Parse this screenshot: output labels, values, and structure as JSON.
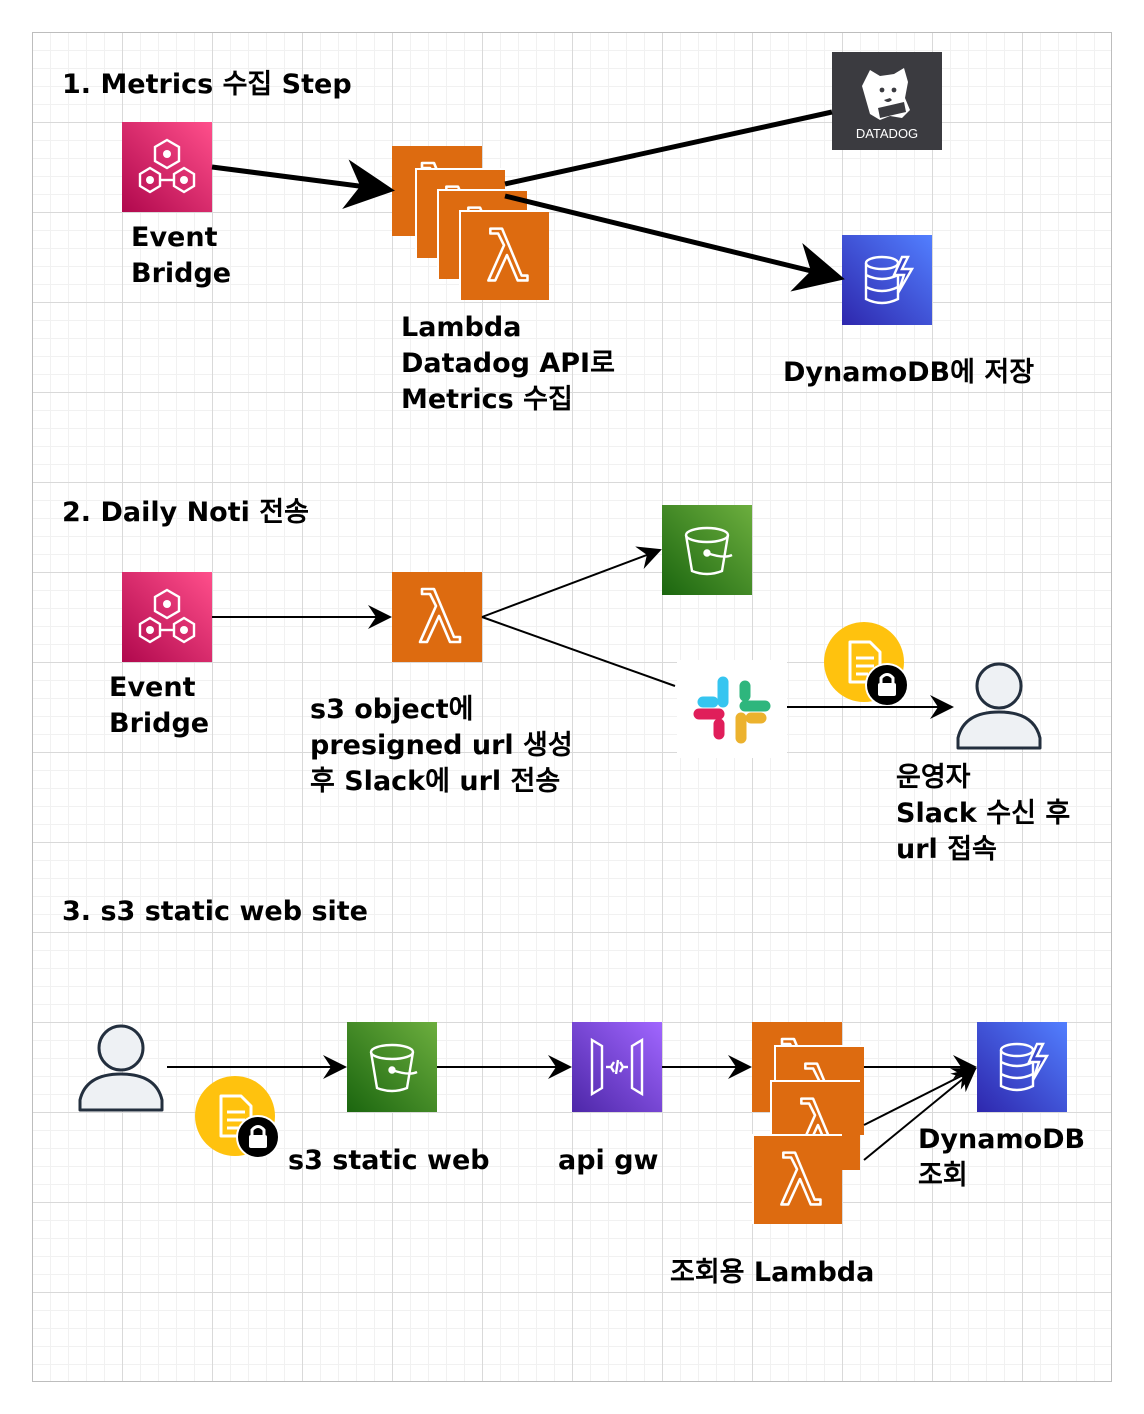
{
  "sections": [
    {
      "heading": "1. Metrics 수집 Step",
      "event_bridge_label": [
        "Event",
        "Bridge"
      ],
      "lambda_label": [
        "Lambda",
        "Datadog API로",
        "Metrics 수집"
      ],
      "datadog_logo_text": "DATADOG",
      "dynamodb_label": "DynamoDB에 저장"
    },
    {
      "heading": "2. Daily Noti 전송",
      "event_bridge_label": [
        "Event",
        "Bridge"
      ],
      "lambda_label": [
        "s3 object에",
        "presigned url 생성",
        "후 Slack에 url 전송"
      ],
      "operator_label": [
        "운영자",
        "Slack 수신 후",
        "url 접속"
      ]
    },
    {
      "heading": "3. s3 static web site",
      "s3_label": "s3 static web",
      "apigw_label": "api gw",
      "lambda_label": "조회용 Lambda",
      "dynamodb_label": [
        "DynamoDB",
        "조회"
      ]
    }
  ],
  "colors": {
    "eventbridge": "#e7157b",
    "lambda": "#dd6b10",
    "dynamodb": "#3b48cc",
    "s3": "#3f8624",
    "apigw": "#8c4fff",
    "datadog": "#3b3b40",
    "badge": "#ffc20e"
  },
  "icons": [
    "eventbridge-icon",
    "lambda-icon",
    "dynamodb-icon",
    "s3-bucket-icon",
    "api-gateway-icon",
    "datadog-logo",
    "slack-logo",
    "user-icon",
    "secure-document-icon"
  ]
}
